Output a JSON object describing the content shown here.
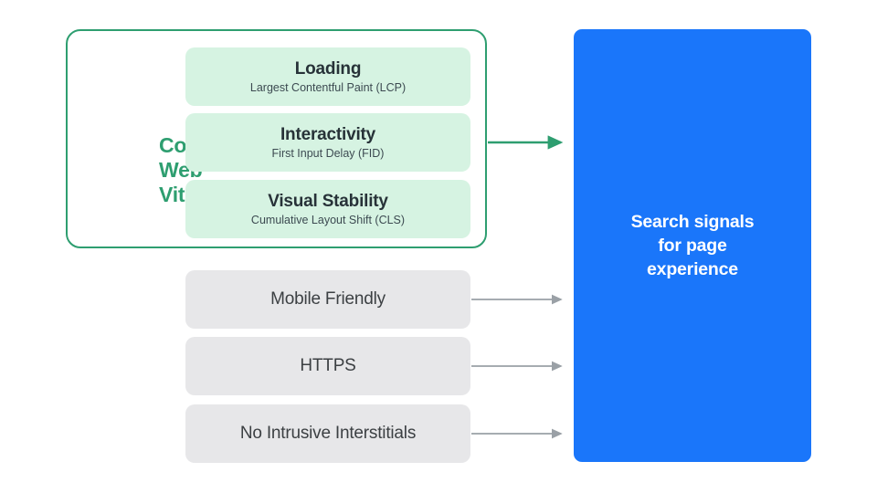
{
  "diagram": {
    "title": "Search signals for page experience",
    "colors": {
      "green_accent": "#2E9E70",
      "green_pill_bg": "#D6F3E2",
      "gray_box_bg": "#E7E7E9",
      "blue_panel_bg": "#1A76FA",
      "gray_arrow": "#9AA0A6",
      "dark_text": "#273238",
      "white": "#FFFFFF"
    },
    "core_web_vitals": {
      "label_lines": [
        "Core",
        "Web",
        "Vitals"
      ],
      "metrics": [
        {
          "title": "Loading",
          "subtitle": "Largest Contentful Paint (LCP)"
        },
        {
          "title": "Interactivity",
          "subtitle": "First Input Delay (FID)"
        },
        {
          "title": "Visual Stability",
          "subtitle": "Cumulative Layout Shift (CLS)"
        }
      ]
    },
    "other_signals": [
      {
        "label": "Mobile Friendly"
      },
      {
        "label": "HTTPS"
      },
      {
        "label": "No Intrusive Interstitials"
      }
    ],
    "destination": {
      "lines": [
        "Search signals",
        "for page",
        "experience"
      ]
    }
  }
}
